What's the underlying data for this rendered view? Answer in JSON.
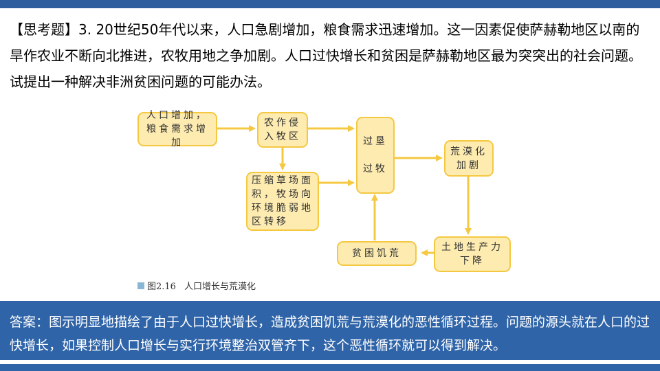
{
  "question": {
    "text": "【思考题】3. 20世纪50年代以来，人口急剧增加，粮食需求迅速增加。这一因素促使萨赫勒地区以南的旱作农业不断向北推进，农牧用地之争加剧。人口过快增长和贫困是萨赫勒地区最为突突出的社会问题。试提出一种解决非洲贫困问题的可能办法。"
  },
  "diagram": {
    "nodes": {
      "population": "人口增加，\n粮食需求增加",
      "farming": "农作侵\n入牧区",
      "compress": "压缩草场面\n积，牧场向\n环境脆弱地\n区转移",
      "overuse": "过垦\n\n过牧",
      "desert": "荒漠化\n加剧",
      "land": "土地生产力\n下降",
      "poverty": "贫困饥荒"
    },
    "caption": {
      "number": "图2.16",
      "title": "人口增长与荒漠化"
    }
  },
  "colors": {
    "box_fill": "#fdebb0",
    "box_border": "#f5c842",
    "arrow": "#f5c842",
    "answer_bg": "#2f64a8"
  },
  "answer": {
    "text": "答案：图示明显地描绘了由于人口过快增长，造成贫困饥荒与荒漠化的恶性循环过程。问题的源头就在人口的过快增长，如果控制人口增长与实行环境整治双管齐下，这个恶性循环就可以得到解决。"
  }
}
